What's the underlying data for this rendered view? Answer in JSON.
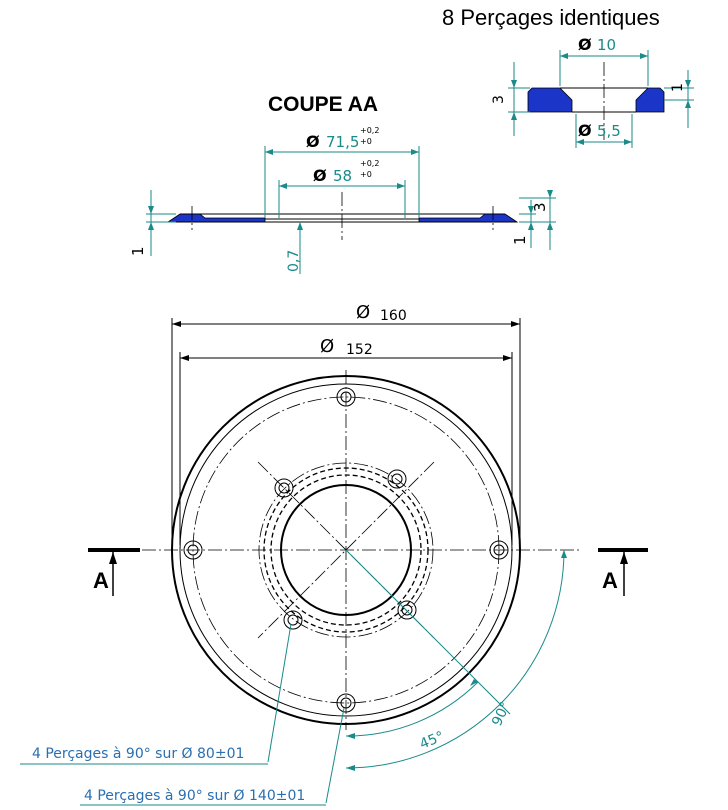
{
  "header": {
    "holes_note": "8 Perçages identiques"
  },
  "section": {
    "title": "COUPE AA",
    "marker": "A"
  },
  "dimensions": {
    "phi_symbol": "Ø",
    "counterbore_diameter": "10",
    "hole_diameter": "5,5",
    "detail_height": "3",
    "detail_depth": "1",
    "outer_recess": "71,5",
    "inner_recess": "58",
    "tol_upper": "+0,2",
    "tol_lower": "+0",
    "section_left_thickness": "1",
    "section_right_thickness": "1",
    "section_height": "3",
    "recess_depth": "0,7",
    "outer_diameter": "160",
    "rim_diameter": "152",
    "angle_45": "45°",
    "angle_90": "90°"
  },
  "notes": {
    "inner_holes": "4 Perçages à 90° sur Ø 80±01",
    "outer_holes": "4 Perçages à 90° sur Ø 140±01"
  }
}
